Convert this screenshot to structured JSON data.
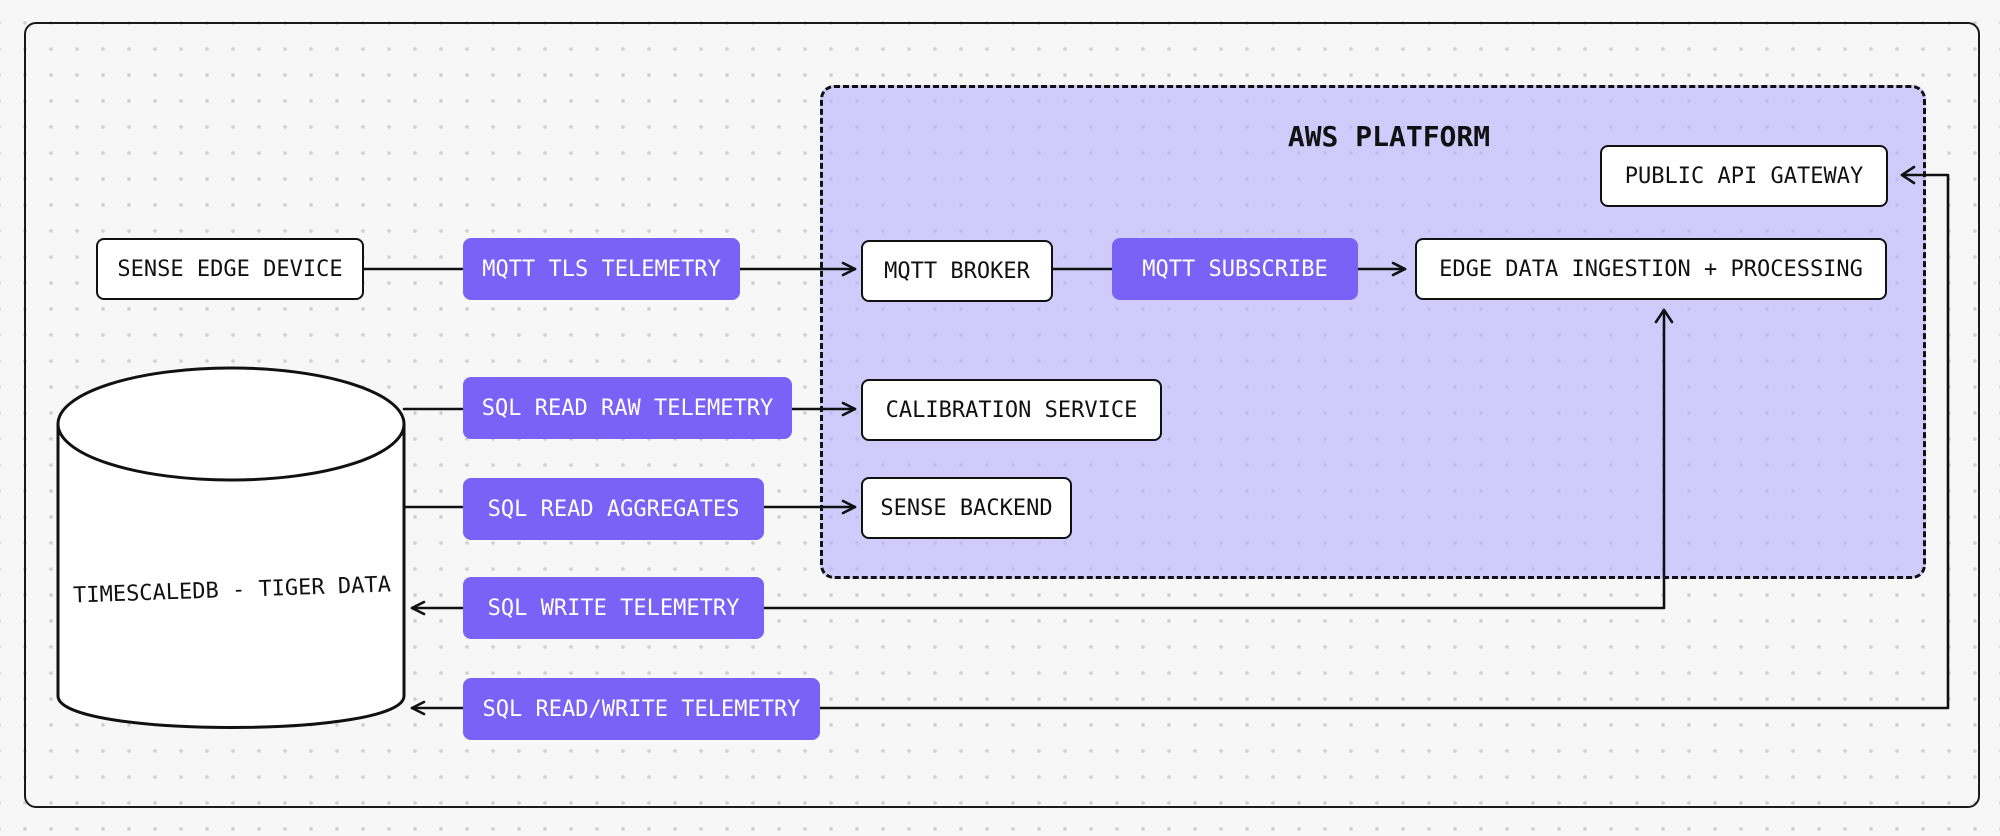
{
  "diagram": {
    "region": {
      "title": "AWS PLATFORM",
      "fill": "#bab0ff",
      "border": "#111111"
    },
    "nodes": {
      "edge_device": "SENSE EDGE DEVICE",
      "database": "TIMESCALEDB - TIGER DATA",
      "mqtt_broker": "MQTT BROKER",
      "ingestion": "EDGE DATA INGESTION + PROCESSING",
      "api_gateway": "PUBLIC API GATEWAY",
      "calibration": "CALIBRATION SERVICE",
      "backend": "SENSE BACKEND"
    },
    "edge_labels": {
      "mqtt_tls": "MQTT TLS TELEMETRY",
      "mqtt_subscribe": "MQTT SUBSCRIBE",
      "sql_read_raw": "SQL READ RAW TELEMETRY",
      "sql_read_aggregates": "SQL READ AGGREGATES",
      "sql_write": "SQL WRITE TELEMETRY",
      "sql_read_write": "SQL READ/WRITE TELEMETRY"
    },
    "colors": {
      "edge_label_fill": "#7a62f7",
      "edge_label_text": "#ffffff",
      "node_fill": "#ffffff",
      "stroke": "#111111",
      "background": "#f7f7f7"
    }
  }
}
